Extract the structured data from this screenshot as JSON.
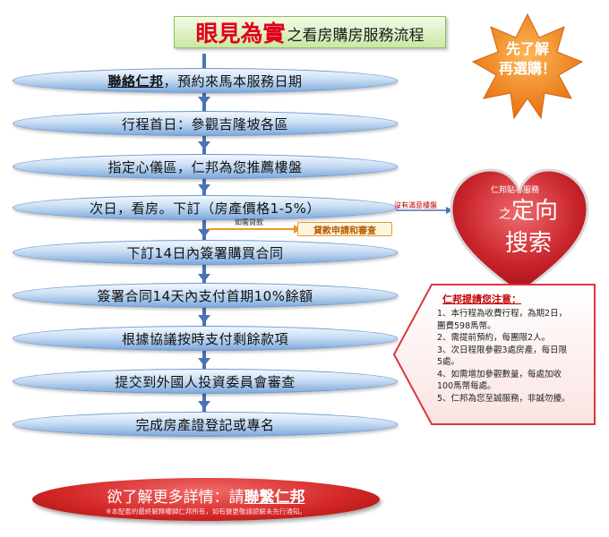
{
  "title": {
    "main": "眼見為實",
    "sub": "之看房購房服務流程"
  },
  "badge": {
    "line1": "先了解",
    "line2": "再選購！"
  },
  "steps": [
    {
      "lead": "聯絡仁邦",
      "text": "，預約來馬本服務日期"
    },
    {
      "text": "行程首日：參觀吉隆坡各區"
    },
    {
      "text": "指定心儀區，仁邦為您推薦樓盤"
    },
    {
      "text": "次日，看房。下訂（房產價格1-5%）"
    },
    {
      "text": "下訂14日內簽署購買合同"
    },
    {
      "text": "簽署合同14天內支付首期10%餘額"
    },
    {
      "text": "根據協議按時支付剩餘款項"
    },
    {
      "text": "提交到外國人投資委員會審查"
    },
    {
      "text": "完成房產證登記或專名"
    }
  ],
  "loan": {
    "label": "如需貸款",
    "box": "貸款申請和審查"
  },
  "no_match": "沒有滿意樓盤",
  "heart": {
    "small": "仁邦貼心服務",
    "prefix": "之",
    "line1": "定向",
    "line2": "搜索"
  },
  "notes": {
    "title": "仁邦提請您注意：",
    "items": [
      "1、本行程為收費行程，為期2日，團費598馬幣。",
      "2、需提前預約，每團限2人。",
      "3、次日程限參觀3處房產，每日限5處。",
      "4、如需增加參觀數量，每處加收100馬幣每處。",
      "5、仁邦為您至誠服務，非誠勿擾。"
    ]
  },
  "bottom": {
    "text": "欲了解更多詳情：請",
    "link": "聯繫仁邦",
    "note": "※本配套的最終解釋權歸仁邦所有，如有變更敬請諒解未先行通知。"
  },
  "colors": {
    "title_red": "#e2001a",
    "step_blue": "#7ea9dc",
    "heart_red": "#c8242b",
    "badge_orange": "#f28a1f"
  }
}
